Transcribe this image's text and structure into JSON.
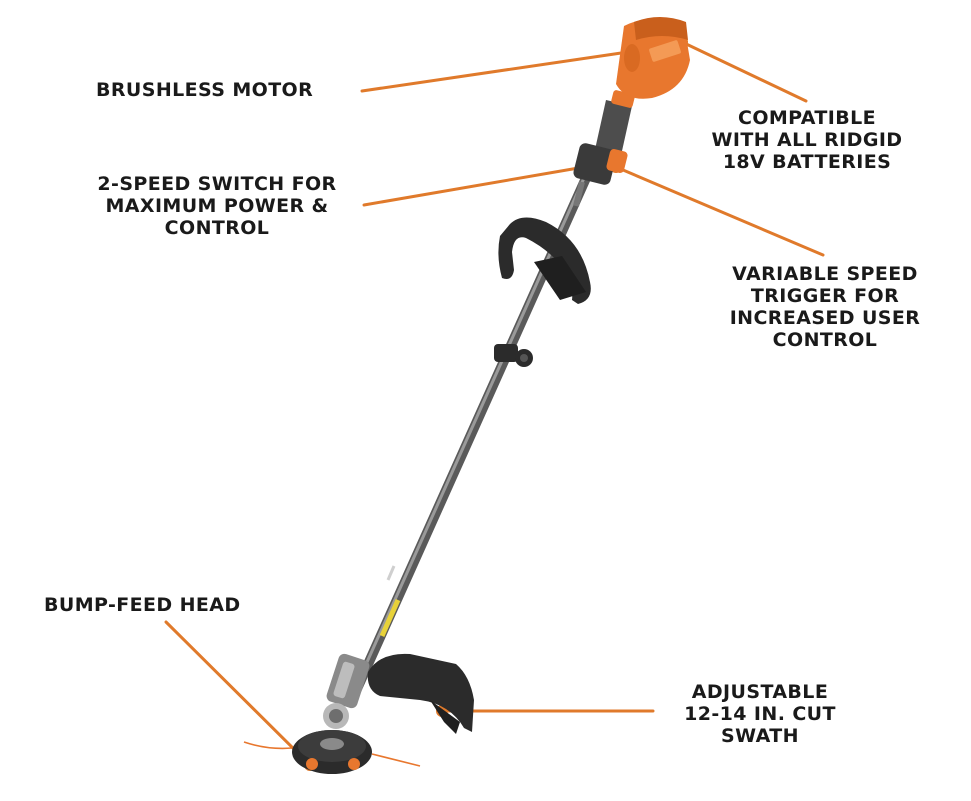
{
  "callouts": {
    "motor": {
      "lines": [
        "BRUSHLESS MOTOR"
      ]
    },
    "compat": {
      "lines": [
        "COMPATIBLE",
        "WITH ALL RIDGID",
        "18V BATTERIES"
      ]
    },
    "switch": {
      "lines": [
        "2-SPEED SWITCH FOR",
        "MAXIMUM POWER &",
        "CONTROL"
      ]
    },
    "trigger": {
      "lines": [
        "VARIABLE SPEED",
        "TRIGGER FOR",
        "INCREASED USER",
        "CONTROL"
      ]
    },
    "bump": {
      "lines": [
        "BUMP-FEED HEAD"
      ]
    },
    "swath": {
      "lines": [
        "ADJUSTABLE",
        "12-14 IN. CUT",
        "SWATH"
      ]
    }
  },
  "colors": {
    "leader": "#e07a2b",
    "accent_orange": "#e8772e",
    "shaft_gray": "#6b6b6b",
    "dark_plastic": "#2b2b2b"
  }
}
